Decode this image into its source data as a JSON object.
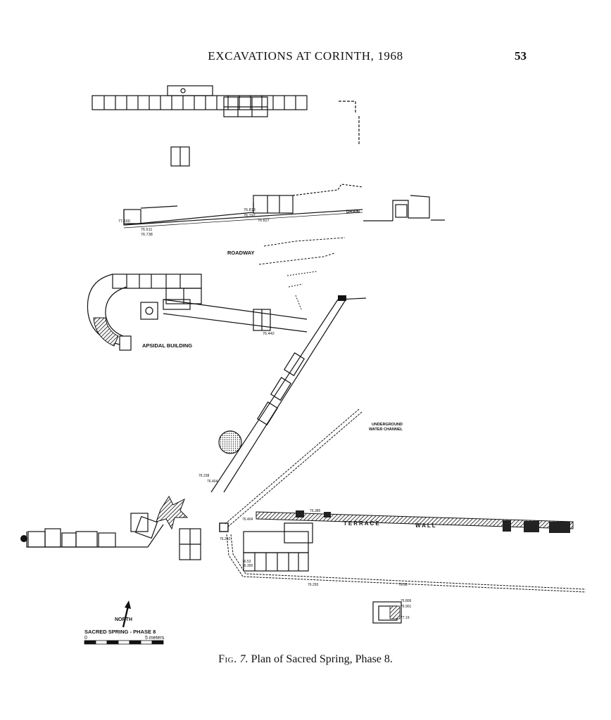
{
  "header": {
    "title": "EXCAVATIONS AT CORINTH, 1968",
    "page_number": "53"
  },
  "plan": {
    "labels": {
      "roadway": "ROADWAY",
      "drain": "DRAIN",
      "apsidal_building": "APSIDAL BUILDING",
      "underground_1": "UNDERGROUND",
      "underground_2": "WATER CHANNEL",
      "terrace": "TERRACE",
      "wall": "WALL",
      "north": "NORTH"
    },
    "elevations": {
      "e1": "77.160",
      "e2": "76.813",
      "e3": "76.797",
      "e4": "76.827",
      "e5": "76.611",
      "e6": "76.738",
      "e7": "76.442",
      "e8": "76.238",
      "e9": "76.404",
      "e10": "76.404",
      "e11": "76.385",
      "e12": "76.242",
      "e13": "76.53",
      "e14": "76.300",
      "e15": "76.293",
      "e16": "76.30",
      "e17": "76.806",
      "e18": "76.901",
      "e19": "77.19"
    },
    "scale_bar": {
      "title": "SACRED SPRING - PHASE 8",
      "ticks": [
        "0",
        "5 meters"
      ]
    }
  },
  "caption": {
    "label": "Fig.",
    "number": "7.",
    "text": "Plan of Sacred Spring, Phase 8."
  }
}
